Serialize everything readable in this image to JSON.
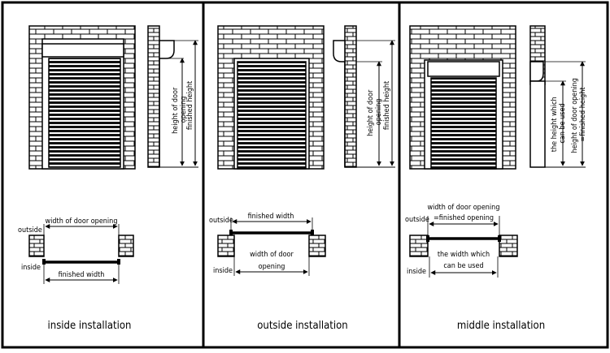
{
  "panels": [
    {
      "id": "inside",
      "caption": "inside installation",
      "elevation_labels": [
        "height of door opening",
        "finished height"
      ],
      "plan": {
        "outside": "outside",
        "inside": "inside",
        "top_dim": [
          "width of door opening"
        ],
        "mid_dim": [],
        "bottom_dim": [
          "finished width"
        ]
      }
    },
    {
      "id": "outside",
      "caption": "outside installation",
      "elevation_labels": [
        "height of door opening",
        "finished height"
      ],
      "plan": {
        "outside": "outside",
        "inside": "inside",
        "top_dim": [
          "finished width"
        ],
        "mid_dim": [
          "width of door",
          "opening"
        ],
        "bottom_dim": []
      }
    },
    {
      "id": "middle",
      "caption": "middle installation",
      "elevation_labels": [
        "the height which can be used",
        "height of door opening =finished height"
      ],
      "plan": {
        "outside": "outside",
        "inside": "inside",
        "top_dim": [
          "width of door opening",
          "=finished opening"
        ],
        "mid_dim": [
          "the width which",
          "can be used"
        ],
        "bottom_dim": []
      }
    }
  ],
  "colors": {
    "line": "#000000",
    "background": "#ffffff"
  }
}
